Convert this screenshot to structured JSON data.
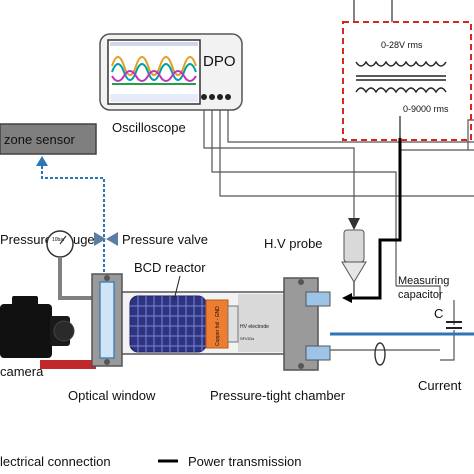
{
  "labels": {
    "dpo": "DPO",
    "oscilloscope": "Oscilloscope",
    "ozone_sensor": "zone sensor",
    "pressure_gauge": "Pressure Gauge",
    "pressure_valve": "Pressure valve",
    "gauge_dial": "10bar",
    "hv_probe": "H.V probe",
    "bcd_reactor": "BCD reactor",
    "measuring_capacitor_line1": "Measuring",
    "measuring_capacitor_line2": "capacitor",
    "capacitor_letter": "C",
    "camera": "camera",
    "optical_window": "Optical window",
    "pressure_tight_chamber": "Pressure-tight chamber",
    "current": "Current",
    "transformer_low": "0-28V rms",
    "transformer_high": "0-9000 rms",
    "copper_foil": "Copper foil - GND",
    "hv_electrode": "HV electrode",
    "hv_electrode_small": "SF/GDs"
  },
  "legend": {
    "electrical": "lectrical connection",
    "power": "Power transmission"
  },
  "colors": {
    "chamber": "#a6a6a6",
    "chamber_dark": "#595959",
    "sensor_box": "#7f7f7f",
    "gas_line": "#2e75b6",
    "transformer_box": "#d9261c",
    "copper": "#ed7d31",
    "reactor_mesh": "#3b3f9a",
    "valve": "#5b7fa3",
    "connector": "#9dc3e6"
  }
}
